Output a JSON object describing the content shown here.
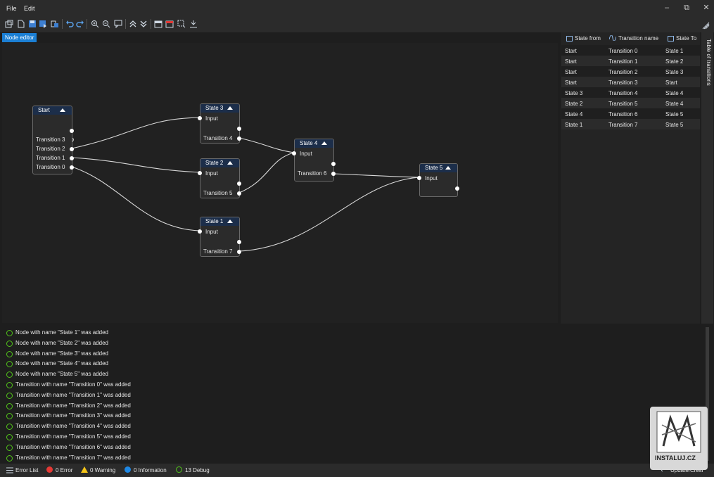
{
  "menu": {
    "file": "File",
    "edit": "Edit"
  },
  "tab": {
    "node_editor": "Node editor"
  },
  "nodes": {
    "start": {
      "title": "Start",
      "ports": [
        "Transition 3",
        "Transition 2",
        "Transition 1",
        "Transition 0"
      ]
    },
    "state3": {
      "title": "State 3",
      "input": "Input",
      "output": "Transition 4"
    },
    "state2": {
      "title": "State 2",
      "input": "Input",
      "output": "Transition 5"
    },
    "state1": {
      "title": "State 1",
      "input": "Input",
      "output": "Transition 7"
    },
    "state4": {
      "title": "State 4",
      "input": "Input",
      "output": "Transition 6"
    },
    "state5": {
      "title": "State 5",
      "input": "Input"
    }
  },
  "table": {
    "headers": {
      "from": "State from",
      "name": "Transition name",
      "to": "State To"
    },
    "side_label": "Table of transitions",
    "rows": [
      {
        "from": "Start",
        "name": "Transition 0",
        "to": "State 1"
      },
      {
        "from": "Start",
        "name": "Transition 1",
        "to": "State 2"
      },
      {
        "from": "Start",
        "name": "Transition 2",
        "to": "State 3"
      },
      {
        "from": "Start",
        "name": "Transition 3",
        "to": "Start"
      },
      {
        "from": "State 3",
        "name": "Transition 4",
        "to": "State 4"
      },
      {
        "from": "State 2",
        "name": "Transition 5",
        "to": "State 4"
      },
      {
        "from": "State 4",
        "name": "Transition 6",
        "to": "State 5"
      },
      {
        "from": "State 1",
        "name": "Transition 7",
        "to": "State 5"
      }
    ]
  },
  "log": [
    "Node with name \"State 1\" was added",
    "Node with name \"State 2\" was added",
    "Node with name \"State 3\" was added",
    "Node with name \"State 4\" was added",
    "Node with name \"State 5\" was added",
    "Transition with name \"Transition 0\" was added",
    "Transition with name \"Transition 1\" was added",
    "Transition with name \"Transition 2\" was added",
    "Transition with name \"Transition 3\" was added",
    "Transition with name \"Transition 4\" was added",
    "Transition with name \"Transition 5\" was added",
    "Transition with name \"Transition 6\" was added",
    "Transition with name \"Transition 7\" was added"
  ],
  "status": {
    "error_list": "Error List",
    "errors": "0 Error",
    "warnings": "0 Warning",
    "information": "0 Information",
    "debug": "13 Debug",
    "update_clear": "Update/Clear"
  },
  "watermark": {
    "text": "INSTALUJ.CZ"
  },
  "colors": {
    "accent": "#1b7fd4",
    "node_header": "#1c2e4a",
    "debug": "#52c41a",
    "error": "#e53935",
    "warning": "#f5c518",
    "info": "#1e88e5"
  }
}
